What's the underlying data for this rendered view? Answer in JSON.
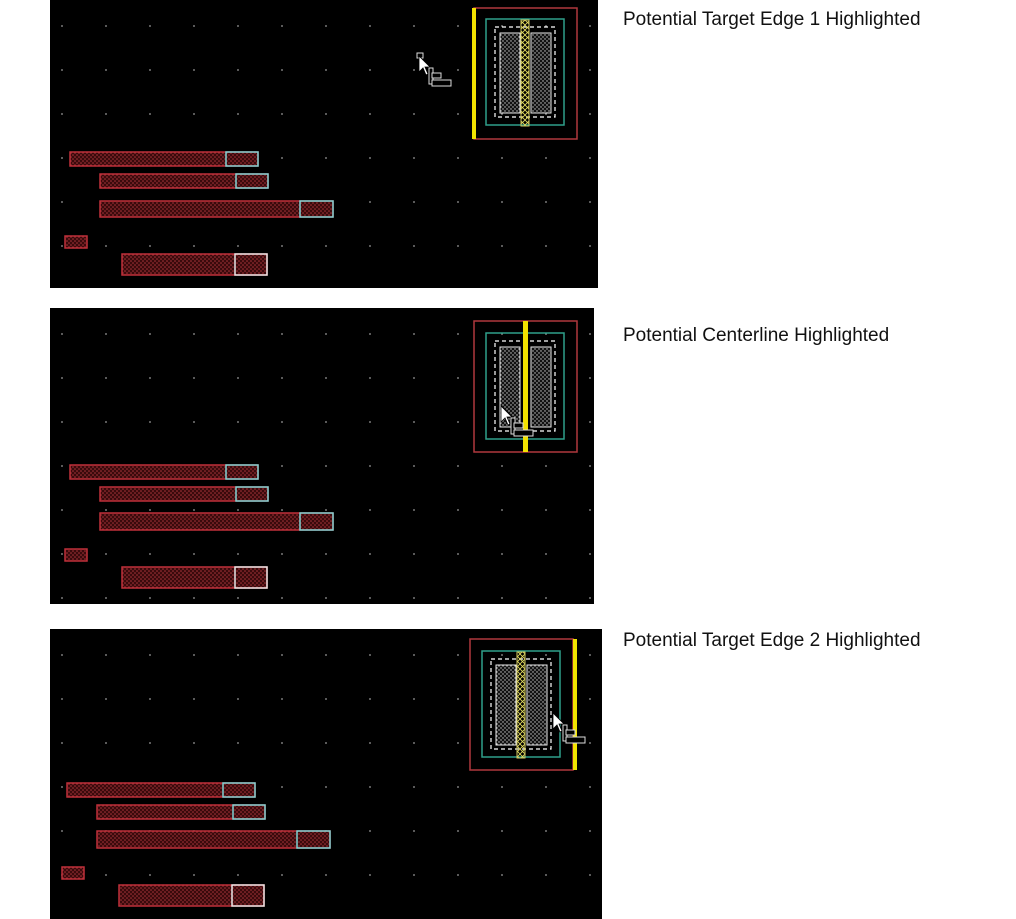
{
  "panels": [
    {
      "caption": "Potential Target Edge 1 Highlighted",
      "highlight": "target-edge-1"
    },
    {
      "caption": "Potential Centerline Highlighted",
      "highlight": "centerline"
    },
    {
      "caption": "Potential Target Edge 2 Highlighted",
      "highlight": "target-edge-2"
    }
  ],
  "colors": {
    "canvas": "#000000",
    "grid_dot": "#9a9a9a",
    "shape_outline": "#c0303a",
    "shape_fill_dots": "#8a1e24",
    "edge_outline": "#7fd3d3",
    "cell_border": "#b0383e",
    "diffusion": "#2f9f8a",
    "highlight": "#f2e200",
    "dashed": "#ffffff"
  },
  "icons": {
    "cursor": "arrow-cursor-icon",
    "snap": "edge-snap-icon"
  }
}
